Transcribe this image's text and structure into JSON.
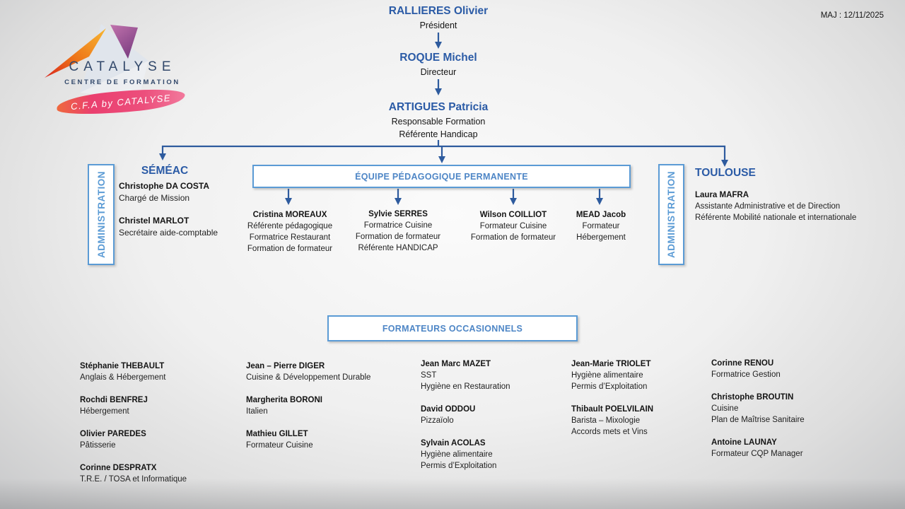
{
  "meta": {
    "last_update": "MAJ : 12/11/2025"
  },
  "colors": {
    "accent_dark_blue": "#2b5ba6",
    "accent_light_blue": "#5b9bd5",
    "box_title_blue": "#4e86c6",
    "badge_pink": "#ea3f6f"
  },
  "logo": {
    "brand": "CATALYSE",
    "subtitle": "CENTRE DE FORMATION",
    "badge": "C.F.A by CATALYSE"
  },
  "direction": {
    "president": {
      "name": "RALLIERES Olivier",
      "role": "Président"
    },
    "directeur": {
      "name": "ROQUE Michel",
      "role": "Directeur"
    },
    "responsable": {
      "name": "ARTIGUES Patricia",
      "role1": "Responsable Formation",
      "role2": "Référente Handicap"
    }
  },
  "semeac": {
    "title": "SÉMÉAC",
    "admin_label": "ADMINISTRATION",
    "staff": [
      {
        "name": "Christophe DA COSTA",
        "role": "Chargé de Mission"
      },
      {
        "name": "Christel MARLOT",
        "role": "Secrétaire aide-comptable"
      }
    ]
  },
  "toulouse": {
    "title": "TOULOUSE",
    "admin_label": "ADMINISTRATION",
    "staff": [
      {
        "name": "Laura MAFRA",
        "role1": "Assistante Administrative et de Direction",
        "role2": "Référente Mobilité nationale et internationale"
      }
    ]
  },
  "equipe": {
    "title": "ÉQUIPE PÉDAGOGIQUE PERMANENTE",
    "members": [
      {
        "name": "Cristina MOREAUX",
        "lines": [
          "Référente pédagogique",
          "Formatrice Restaurant",
          "Formation de formateur"
        ]
      },
      {
        "name": "Sylvie SERRES",
        "lines": [
          "Formatrice Cuisine",
          "Formation de formateur",
          "Référente HANDICAP"
        ]
      },
      {
        "name": "Wilson COILLIOT",
        "lines": [
          "Formateur Cuisine",
          "Formation de formateur"
        ]
      },
      {
        "name": "MEAD Jacob",
        "lines": [
          "Formateur",
          "Hébergement"
        ]
      }
    ]
  },
  "occasionnels": {
    "title": "FORMATEURS OCCASIONNELS",
    "columns": [
      [
        {
          "name": "Stéphanie THEBAULT",
          "lines": [
            "Anglais & Hébergement"
          ]
        },
        {
          "name": "Rochdi BENFREJ",
          "lines": [
            "Hébergement"
          ]
        },
        {
          "name": "Olivier PAREDES",
          "lines": [
            "Pâtisserie"
          ]
        },
        {
          "name": "Corinne DESPRATX",
          "lines": [
            "T.R.E. / TOSA et Informatique"
          ]
        }
      ],
      [
        {
          "name": "Jean – Pierre DIGER",
          "lines": [
            "Cuisine & Développement Durable"
          ]
        },
        {
          "name": "Margherita BORONI",
          "lines": [
            "Italien"
          ]
        },
        {
          "name": "Mathieu GILLET",
          "lines": [
            "Formateur Cuisine"
          ]
        }
      ],
      [
        {
          "name": "Jean Marc MAZET",
          "lines": [
            "SST",
            "Hygiène en Restauration"
          ]
        },
        {
          "name": "David ODDOU",
          "lines": [
            "Pizzaïolo"
          ]
        },
        {
          "name": "Sylvain ACOLAS",
          "lines": [
            "Hygiène alimentaire",
            "Permis d’Exploitation"
          ]
        }
      ],
      [
        {
          "name": "Jean-Marie TRIOLET",
          "lines": [
            "Hygiène alimentaire",
            "Permis d’Exploitation"
          ]
        },
        {
          "name": "Thibault POELVILAIN",
          "lines": [
            "Barista – Mixologie",
            "Accords mets et Vins"
          ]
        }
      ],
      [
        {
          "name": "Corinne RENOU",
          "lines": [
            "Formatrice Gestion"
          ]
        },
        {
          "name": "Christophe BROUTIN",
          "lines": [
            "Cuisine",
            "Plan de Maîtrise Sanitaire"
          ]
        },
        {
          "name": "Antoine LAUNAY",
          "lines": [
            "Formateur CQP Manager"
          ]
        }
      ]
    ]
  }
}
